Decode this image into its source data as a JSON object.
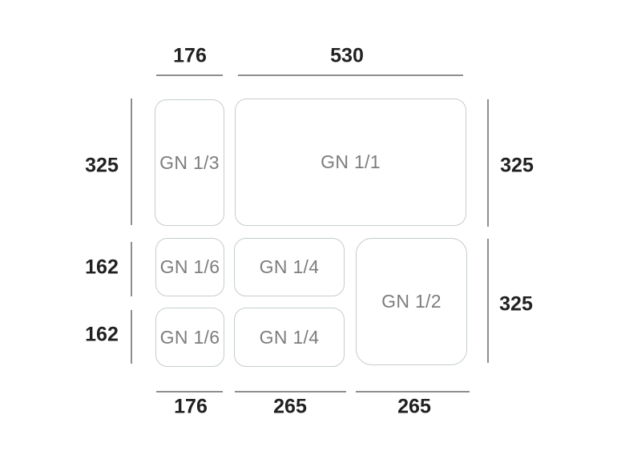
{
  "diagram": {
    "name": "Gastronorm container size diagram",
    "colors": {
      "background": "#ffffff",
      "box_border": "#c5cec9",
      "box_label_text": "#7d7d7d",
      "dimension_line": "#8e8e8e",
      "dimension_text": "#212121"
    },
    "containers": [
      {
        "label": "GN 1/3"
      },
      {
        "label": "GN 1/1"
      },
      {
        "label": "GN 1/6"
      },
      {
        "label": "GN 1/4"
      },
      {
        "label": "GN 1/2"
      },
      {
        "label": "GN 1/6"
      },
      {
        "label": "GN 1/4"
      }
    ],
    "dimensions": {
      "top": [
        "176",
        "530"
      ],
      "left": [
        "325",
        "162",
        "162"
      ],
      "right": [
        "325",
        "325"
      ],
      "bottom": [
        "176",
        "265",
        "265"
      ]
    }
  }
}
